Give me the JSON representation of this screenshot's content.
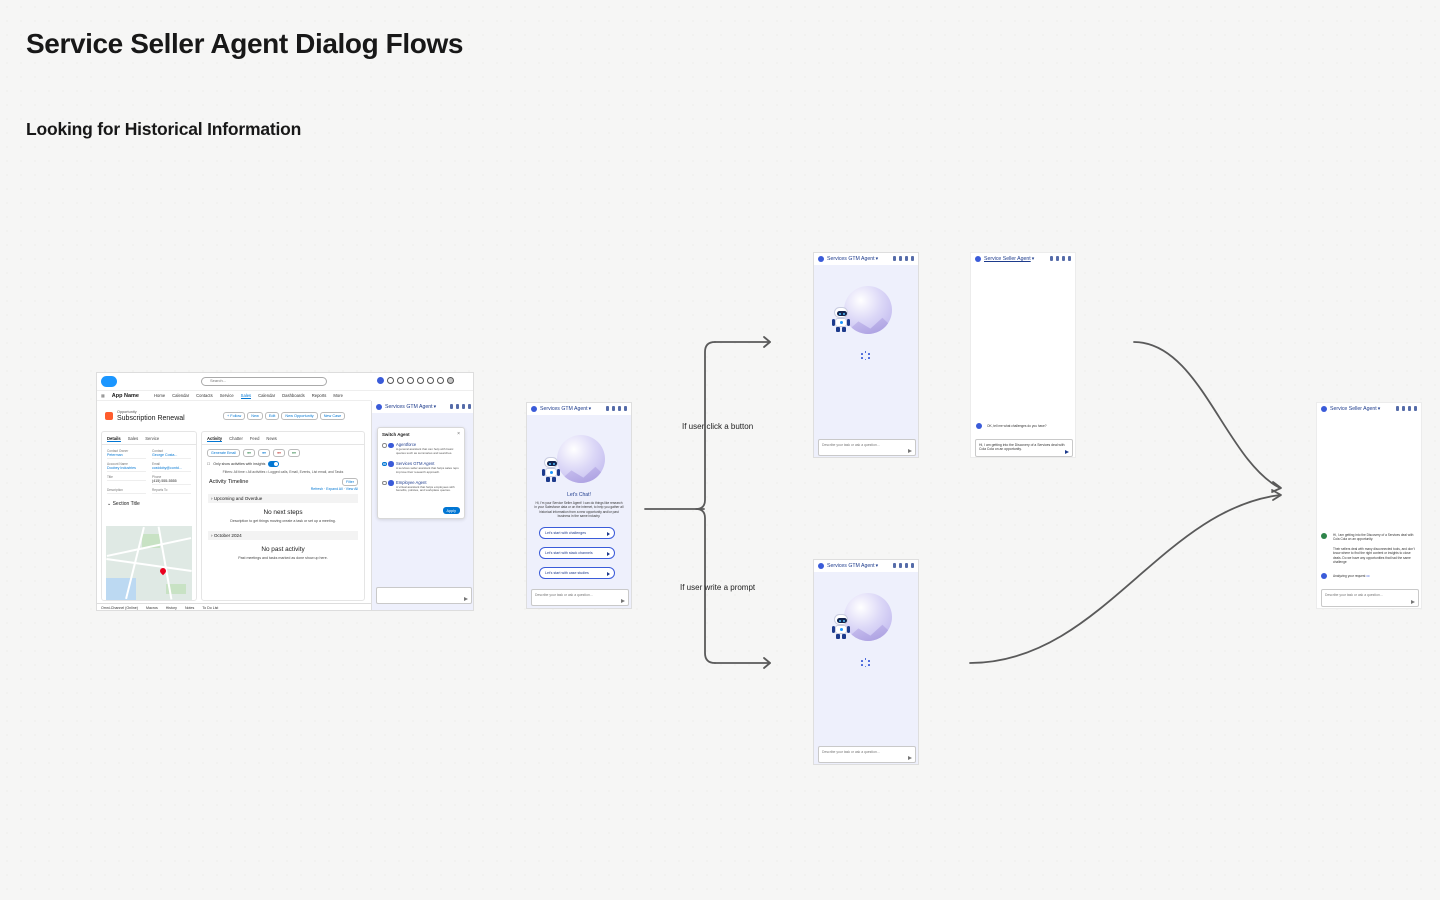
{
  "page": {
    "title": "Service Seller Agent Dialog Flows",
    "section": "Looking for Historical Information"
  },
  "flow": {
    "branch_button": "If user click a button",
    "branch_prompt": "If user write a prompt"
  },
  "salesforce": {
    "search_placeholder": "Search...",
    "app_name": "App Name",
    "nav": [
      "Home",
      "Calendar",
      "Contacts",
      "Service",
      "Sales",
      "Calendar",
      "Dashboards",
      "Reports",
      "More"
    ],
    "object_label": "Opportunity",
    "record_name": "Subscription Renewal",
    "header_buttons": [
      "+ Follow",
      "New",
      "Edit",
      "New Opportunity",
      "New Case"
    ],
    "left_tabs": [
      "Details",
      "Sales",
      "Service"
    ],
    "fields": [
      {
        "label": "Contact Owner",
        "value": "Peterman"
      },
      {
        "label": "Contact",
        "value": "George Costa..."
      },
      {
        "label": "Account Name",
        "value": "Doobey Industries"
      },
      {
        "label": "Email",
        "value": "costdoby@contd..."
      },
      {
        "label": "Title",
        "value": ""
      },
      {
        "label": "Phone",
        "value": "(415) 555-5555"
      },
      {
        "label": "Description",
        "value": ""
      },
      {
        "label": "Reports To",
        "value": ""
      }
    ],
    "section_title": "Section Title",
    "mid_tabs": [
      "Activity",
      "Chatter",
      "Feed",
      "News"
    ],
    "activity_buttons": [
      "Generate Email"
    ],
    "only_show": "Only show activities with insights",
    "filters": "Filters: All time • All activities • Logged calls, Email, Events, List email, and Tasks",
    "timeline_title": "Activity Timeline",
    "filter_btn": "Filter",
    "timeline_links": "Refresh · Expand All · View All",
    "upcoming": "Upcoming and Overdue",
    "no_next_title": "No next steps",
    "no_next_sub": "Description to get things moving create a task or set up a meeting.",
    "month": "October 2024",
    "no_past_title": "No past activity",
    "no_past_sub": "Past meetings and tasks marked as done show up here.",
    "footer": [
      "Omni-Channel (Online)",
      "Macros",
      "History",
      "Notes",
      "To Do List"
    ]
  },
  "switch_panel": {
    "title": "Services GTM Agent",
    "card_title": "Switch Agent",
    "options": [
      {
        "name": "Agentforce",
        "desc": "A general assistant that can help with basic queries such as summaries and searches."
      },
      {
        "name": "Services GTM Agent",
        "desc": "A services seller assistant that helps sales reps improve their research approach."
      },
      {
        "name": "Employee Agent",
        "desc": "A virtual assistant that helps employees with benefits, policies, and workplace queries."
      }
    ],
    "apply": "Apply"
  },
  "welcome_panel": {
    "title": "Services GTM Agent",
    "heading": "Let's Chat!",
    "intro": "Hi, I'm your Service Seller Agent! I can do things like research in your Salesforce data or on the internet, to help you gather all historical information from a new opportunity and/or past business in the same industry.",
    "chips": [
      "Let's start with challenges",
      "Let's start with stack channels",
      "Let's start with case studies"
    ],
    "composer": "Describe your task or ask a question..."
  },
  "loading_top": {
    "title": "Services GTM Agent",
    "composer": "Describe your task or ask a question..."
  },
  "loading_bottom": {
    "title": "Services GTM Agent",
    "composer": "Describe your task or ask a question..."
  },
  "seller_panel": {
    "title": "Service Seller Agent",
    "bot_msg": "OK, tell me what challenges do you have?",
    "user_draft": "Hi, I am getting into the Discovery of a Services deal with Cola Cola on an opportunity."
  },
  "result_panel": {
    "title": "Service Seller Agent",
    "user_msg": "Hi, I am getting into the Discovery of a Services deal with Cola Cola on an opportunity.",
    "user_msg2": "Their sellers deal with many disconnected tools, and don't know where to find the right content or insights to close deals. Do we have any opportunities that had the same challenge",
    "status": "Analyzing your request",
    "composer": "Describe your task or ask a question..."
  },
  "colors": {
    "brand_blue": "#0176d3",
    "agent_navy": "#1d3b8c",
    "panel_lavender": "#eef0fc",
    "arrow": "#5a5a5a"
  }
}
